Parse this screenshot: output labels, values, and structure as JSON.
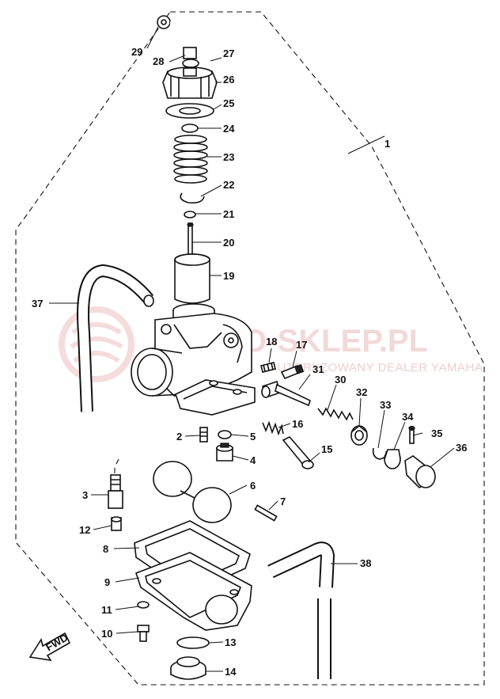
{
  "watermark": {
    "brand": "MOTO-SKLEP.PL",
    "subtitle": "AUTORYZOWANY DEALER YAMAHA"
  },
  "fwd_label": "FWD",
  "parts": [
    "1",
    "2",
    "3",
    "4",
    "5",
    "6",
    "7",
    "8",
    "9",
    "10",
    "11",
    "12",
    "13",
    "14",
    "15",
    "16",
    "17",
    "18",
    "19",
    "20",
    "21",
    "22",
    "23",
    "24",
    "25",
    "26",
    "27",
    "28",
    "29",
    "30",
    "31",
    "32",
    "33",
    "34",
    "35",
    "36",
    "37",
    "38"
  ]
}
